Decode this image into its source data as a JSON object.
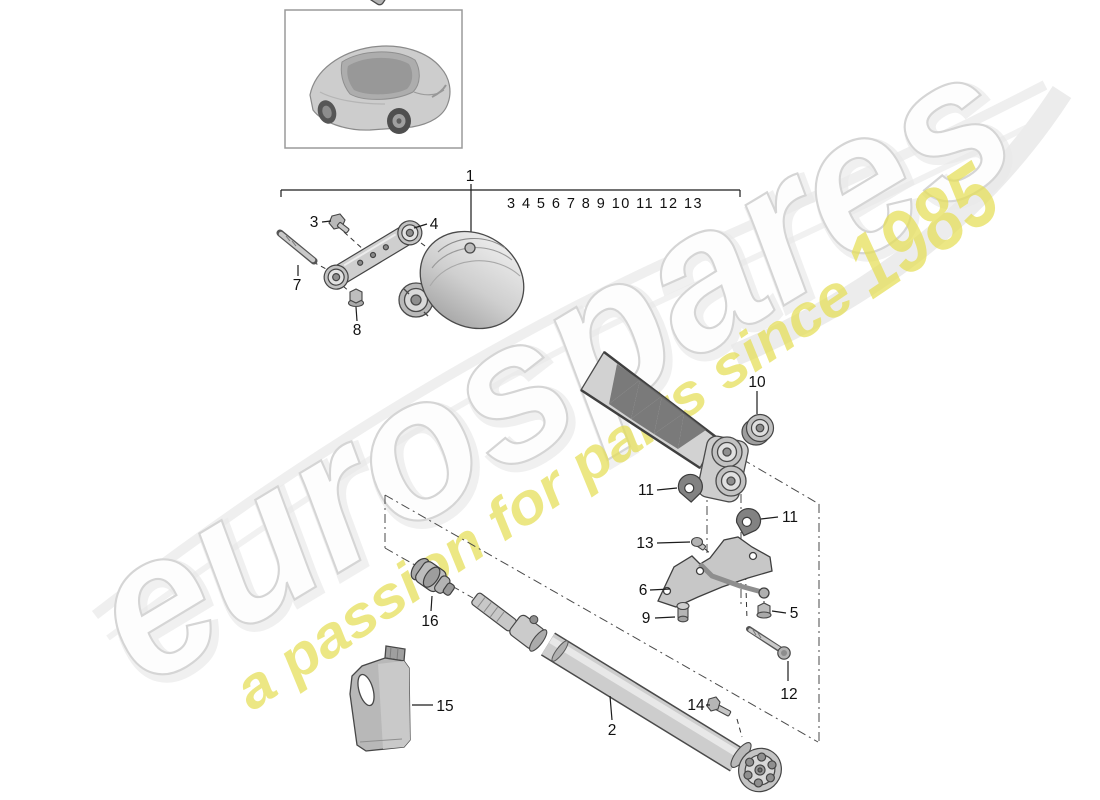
{
  "watermark": {
    "brand": "eurospares",
    "tagline": "a passion for parts since",
    "year": "1985",
    "tagline_color": "#E3DC4F",
    "brand_outline_color": "#d5d5d5"
  },
  "header": {
    "assembly_callout": "1",
    "group_callouts": "3 4 5 6 7 8 9 10 11 12 13"
  },
  "callouts": {
    "c1": "1",
    "c2": "2",
    "c3": "3",
    "c4": "4",
    "c5": "5",
    "c6": "6",
    "c7": "7",
    "c8": "8",
    "c9": "9",
    "c10": "10",
    "c11a": "11",
    "c11b": "11",
    "c12": "12",
    "c13": "13",
    "c14": "14",
    "c15": "15",
    "c16": "16"
  }
}
